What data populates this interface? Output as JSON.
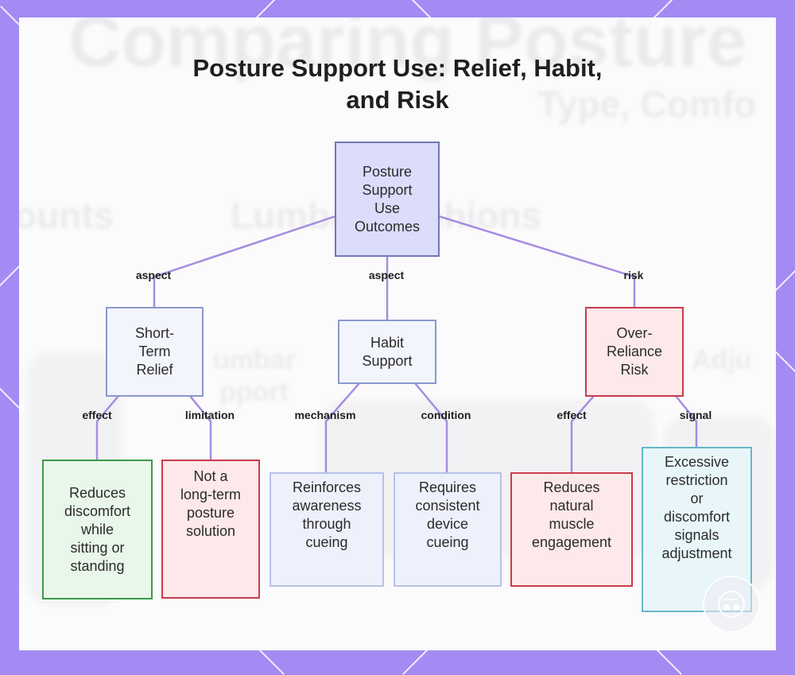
{
  "title": {
    "line1": "Posture Support Use: Relief, Habit,",
    "line2": "and Risk"
  },
  "background_text": {
    "heading": "Comparing Posture",
    "subheading": "Type, Comfo",
    "left": "ounts",
    "middle": "Lumbar Cushions",
    "small1": "umbar",
    "small2": "pport",
    "right": "Adju"
  },
  "nodes": {
    "root": [
      "Posture",
      "Support",
      "Use",
      "Outcomes"
    ],
    "short_term_relief": [
      "Short-",
      "Term",
      "Relief"
    ],
    "habit_support": [
      "Habit",
      "Support"
    ],
    "over_reliance_risk": [
      "Over-",
      "Reliance",
      "Risk"
    ],
    "reduces_discomfort": [
      "Reduces",
      "discomfort",
      "while",
      "sitting or",
      "standing"
    ],
    "not_long_term": [
      "Not a",
      "long-term",
      "posture",
      "solution"
    ],
    "reinforces_awareness": [
      "Reinforces",
      "awareness",
      "through",
      "cueing"
    ],
    "requires_cueing": [
      "Requires",
      "consistent",
      "device",
      "cueing"
    ],
    "reduces_muscle": [
      "Reduces",
      "natural",
      "muscle",
      "engagement"
    ],
    "excessive_restriction": [
      "Excessive",
      "restriction",
      "or",
      "discomfort",
      "signals",
      "adjustment"
    ]
  },
  "edge_labels": {
    "root_to_relief": "aspect",
    "root_to_habit": "aspect",
    "root_to_risk": "risk",
    "relief_to_discomfort": "effect",
    "relief_to_notlong": "limitation",
    "habit_to_reinforces": "mechanism",
    "habit_to_requires": "condition",
    "risk_to_muscle": "effect",
    "risk_to_excessive": "signal"
  },
  "colors": {
    "frame": "#a38bf3",
    "edge": "#a78ce0",
    "root_fill": "#dcdcfb",
    "risk_border": "#c83c4c",
    "effect_border": "#3a9a4a",
    "signal_border": "#66b8c8"
  }
}
